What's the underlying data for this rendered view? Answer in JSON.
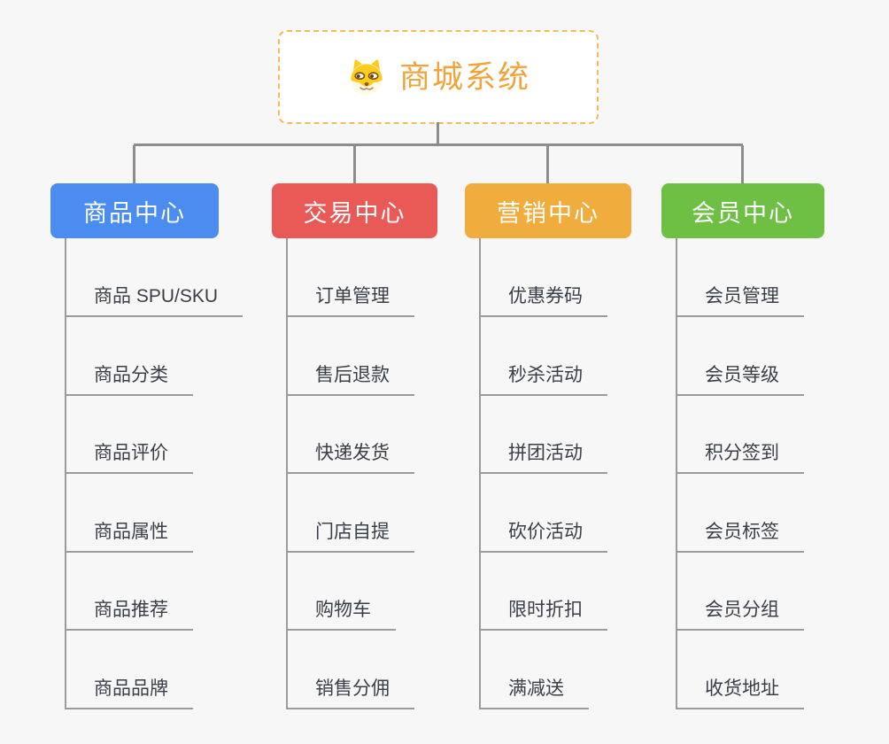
{
  "root": {
    "title": "商城系统",
    "icon": "dog-face-icon"
  },
  "branches": [
    {
      "label": "商品中心",
      "color": "#4a8cf0",
      "children": [
        "商品 SPU/SKU",
        "商品分类",
        "商品评价",
        "商品属性",
        "商品推荐",
        "商品品牌"
      ]
    },
    {
      "label": "交易中心",
      "color": "#e95a57",
      "children": [
        "订单管理",
        "售后退款",
        "快递发货",
        "门店自提",
        "购物车",
        "销售分佣"
      ]
    },
    {
      "label": "营销中心",
      "color": "#f0ac3c",
      "children": [
        "优惠券码",
        "秒杀活动",
        "拼团活动",
        "砍价活动",
        "限时折扣",
        "满减送"
      ]
    },
    {
      "label": "会员中心",
      "color": "#6ec045",
      "children": [
        "会员管理",
        "会员等级",
        "积分签到",
        "会员标签",
        "会员分组",
        "收货地址"
      ]
    }
  ],
  "colors": {
    "background": "#f7f7f7",
    "connector": "#8d8d8d",
    "branch_line": "#9b9b9b",
    "root_border": "#f2bc5e",
    "root_text": "#f0a43b",
    "child_text": "#3a3f47"
  }
}
